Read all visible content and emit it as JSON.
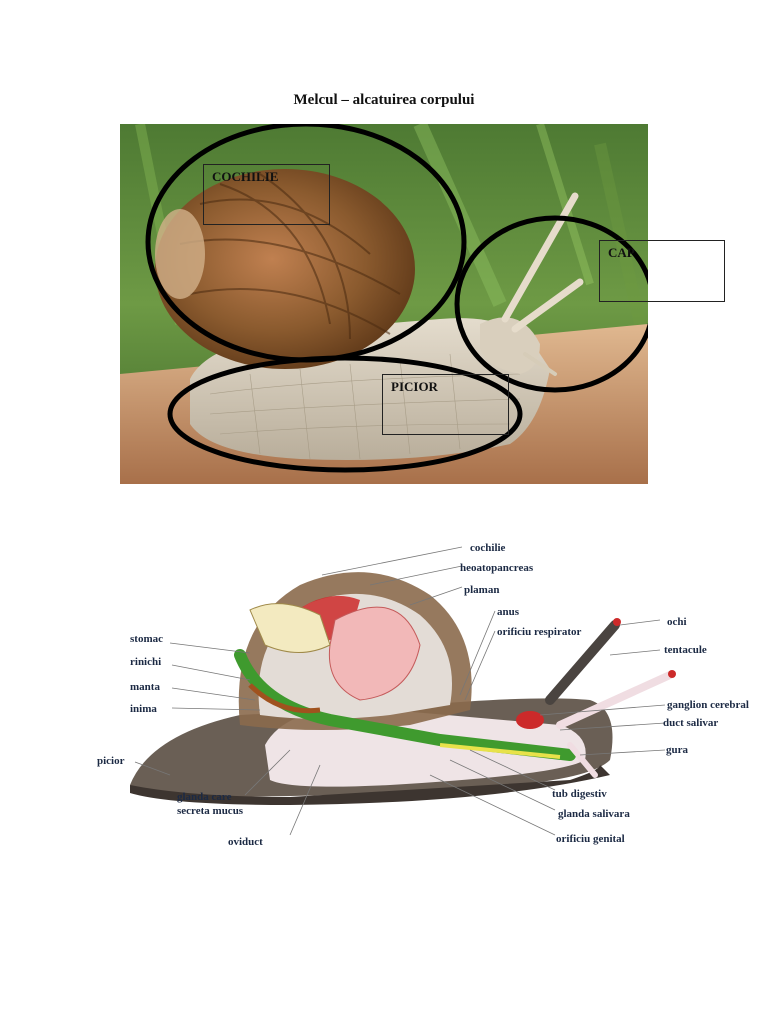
{
  "title": "Melcul – alcatuirea corpului",
  "photo_labels": {
    "shell": "COCHILIE",
    "head": "CAP",
    "foot": "PICIOR"
  },
  "diagram_labels": {
    "cochilie": "cochilie",
    "heoatopancreas": "heoatopancreas",
    "plaman": "plaman",
    "anus": "anus",
    "orificiu_respirator": "orificiu respirator",
    "ochi": "ochi",
    "tentacule": "tentacule",
    "ganglion_cerebral": "ganglion cerebral",
    "duct_salivar": "duct salivar",
    "gura": "gura",
    "stomac": "stomac",
    "rinichi": "rinichi",
    "manta": "manta",
    "inima": "inima",
    "picior": "picior",
    "glanda_care": "glanda care",
    "secreta_mucus": "secreta mucus",
    "oviduct": "oviduct",
    "tub_digestiv": "tub digestiv",
    "glanda_salivara": "glanda salivara",
    "orificiu_genital": "orificiu genital"
  },
  "colors": {
    "outline": "#000000",
    "label_text": "#1c2a44",
    "foliage": "#5a8a3a",
    "shell_brown": "#8a5a2e",
    "digestive_green": "#3f9a2e",
    "organ_red": "#cc2a2a"
  }
}
